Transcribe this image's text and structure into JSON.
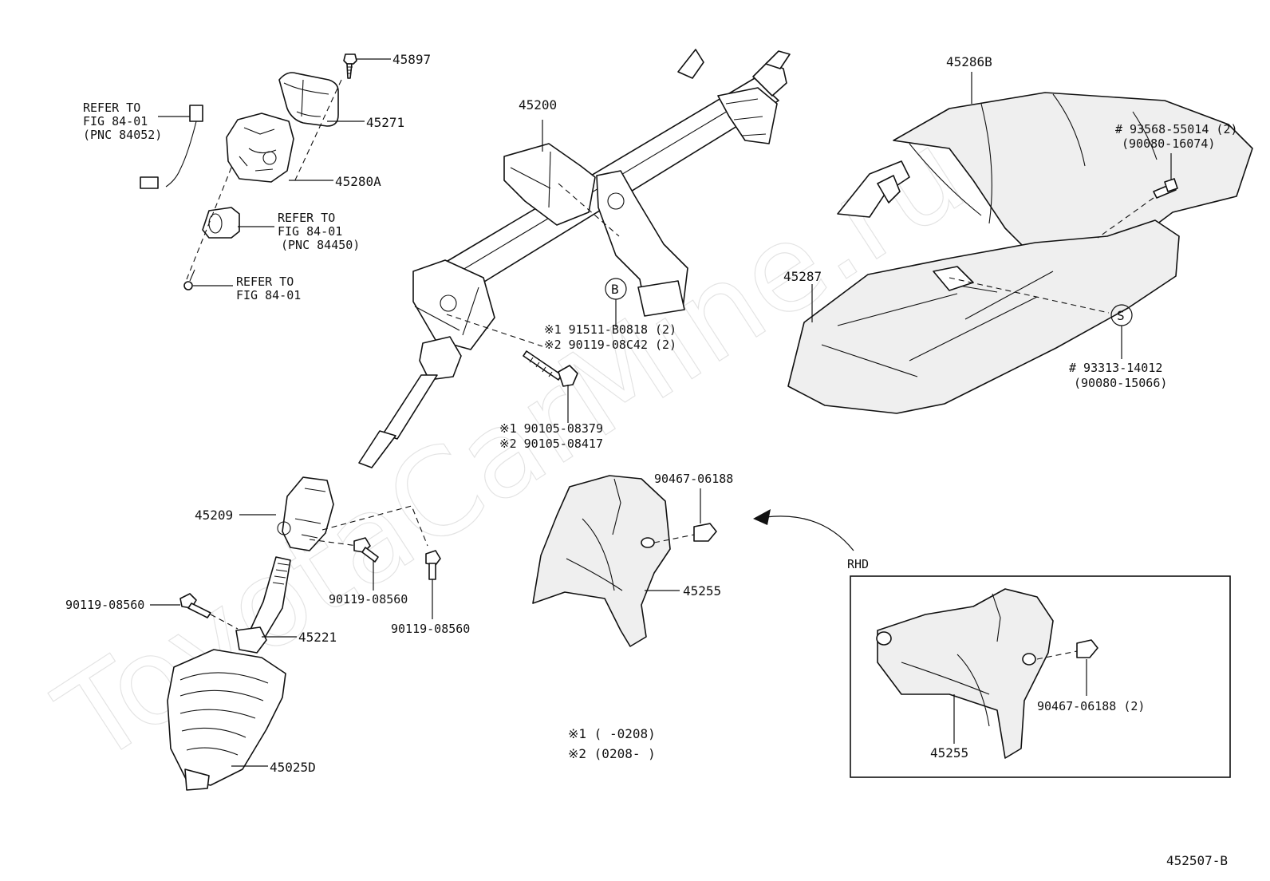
{
  "watermark": "ToyotaCarMine.ru",
  "figure_code": "452507-B",
  "labels": {
    "p45897": "45897",
    "p45271": "45271",
    "p45280A": "45280A",
    "ref1_l1": "REFER TO",
    "ref1_l2": "FIG 84-01",
    "ref1_l3": "(PNC 84052)",
    "ref2_l1": "REFER TO",
    "ref2_l2": "FIG 84-01",
    "ref2_l3": "(PNC 84450)",
    "ref3_l1": "REFER TO",
    "ref3_l2": "FIG 84-01",
    "p45200": "45200",
    "p45286B": "45286B",
    "p45287": "45287",
    "callout_b": "B",
    "callout_s": "S",
    "b_line1": "※1 91511-B0818 (2)",
    "b_line2": "※2 90119-08C42 (2)",
    "bolt_line1": "※1  90105-08379",
    "bolt_line2": "※2  90105-08417",
    "s_top1": "# 93568-55014 (2)",
    "s_top2": "(90080-16074)",
    "s_bot1": "# 93313-14012",
    "s_bot2": "(90080-15066)",
    "p45209": "45209",
    "p90467a": "90467-06188",
    "p45255a": "45255",
    "p90119a": "90119-08560",
    "p90119b": "90119-08560",
    "p90119c": "90119-08560",
    "p45221": "45221",
    "p45025D": "45025D",
    "rhd": "RHD",
    "p90467b": "90467-06188 (2)",
    "p45255b": "45255",
    "note1": "※1 (        -0208)",
    "note2": "※2 (0208-        )"
  }
}
